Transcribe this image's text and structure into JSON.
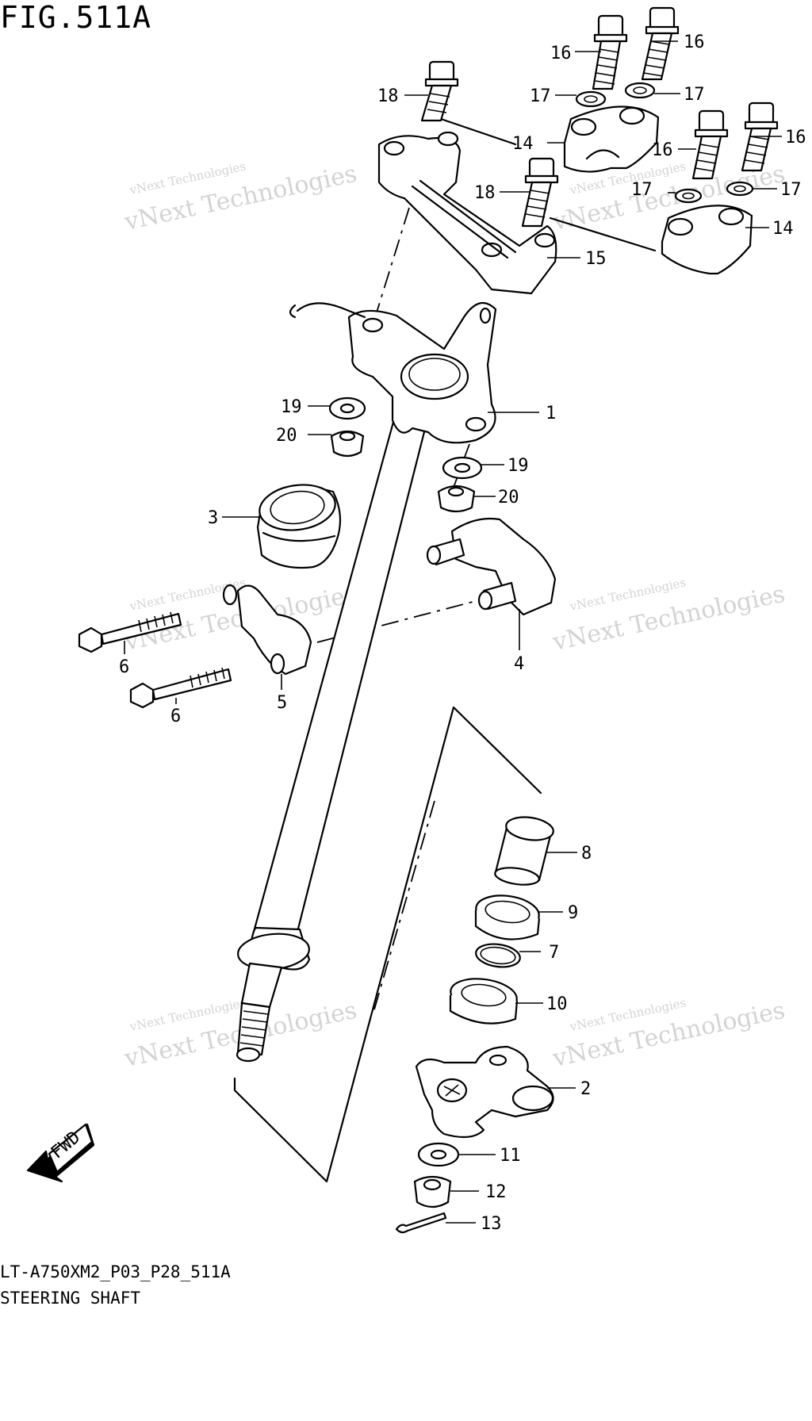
{
  "figure": {
    "title": "FIG.511A",
    "model_code": "LT-A750XM2_P03_P28_511A",
    "name": "STEERING SHAFT"
  },
  "fwd_label": "FWD",
  "watermark": "vNext Technologies",
  "callouts": [
    {
      "id": "c16a",
      "text": "16"
    },
    {
      "id": "c16b",
      "text": "16"
    },
    {
      "id": "c16c",
      "text": "16"
    },
    {
      "id": "c16d",
      "text": "16"
    },
    {
      "id": "c17a",
      "text": "17"
    },
    {
      "id": "c17b",
      "text": "17"
    },
    {
      "id": "c17c",
      "text": "17"
    },
    {
      "id": "c17d",
      "text": "17"
    },
    {
      "id": "c18a",
      "text": "18"
    },
    {
      "id": "c18b",
      "text": "18"
    },
    {
      "id": "c14a",
      "text": "14"
    },
    {
      "id": "c14b",
      "text": "14"
    },
    {
      "id": "c15",
      "text": "15"
    },
    {
      "id": "c1",
      "text": "1"
    },
    {
      "id": "c19a",
      "text": "19"
    },
    {
      "id": "c20a",
      "text": "20"
    },
    {
      "id": "c19b",
      "text": "19"
    },
    {
      "id": "c20b",
      "text": "20"
    },
    {
      "id": "c3",
      "text": "3"
    },
    {
      "id": "c4",
      "text": "4"
    },
    {
      "id": "c5",
      "text": "5"
    },
    {
      "id": "c6a",
      "text": "6"
    },
    {
      "id": "c6b",
      "text": "6"
    },
    {
      "id": "c8",
      "text": "8"
    },
    {
      "id": "c9",
      "text": "9"
    },
    {
      "id": "c7",
      "text": "7"
    },
    {
      "id": "c10",
      "text": "10"
    },
    {
      "id": "c2",
      "text": "2"
    },
    {
      "id": "c11",
      "text": "11"
    },
    {
      "id": "c12",
      "text": "12"
    },
    {
      "id": "c13",
      "text": "13"
    }
  ]
}
